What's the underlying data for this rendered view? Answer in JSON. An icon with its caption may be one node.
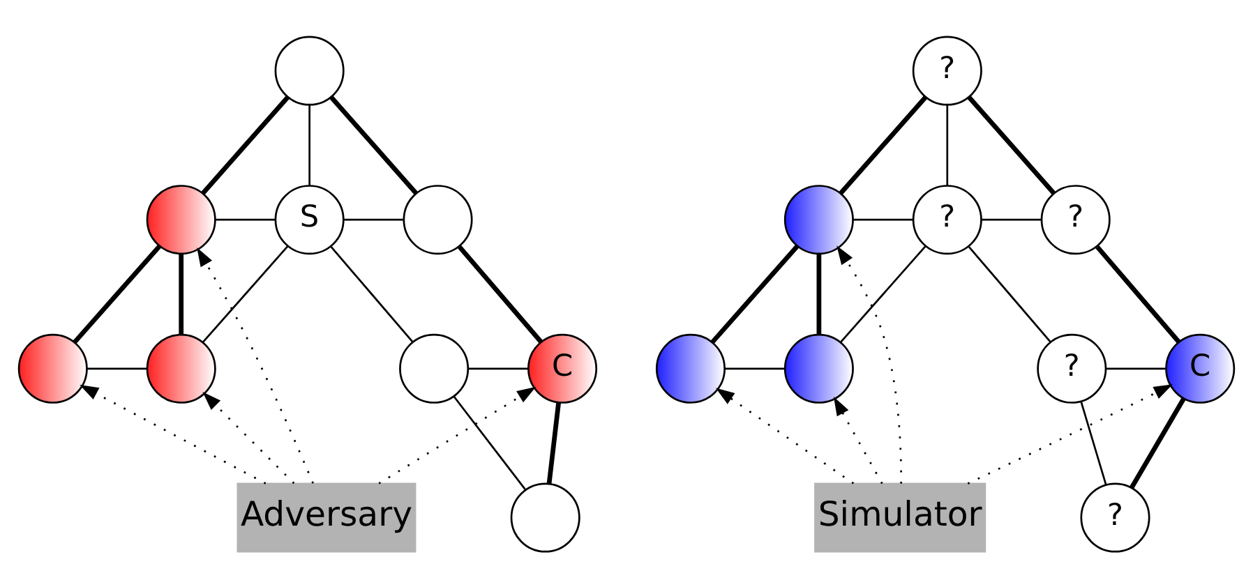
{
  "diagram": {
    "nodes": [
      {
        "text": [],
        "shape": "circle"
      },
      {
        "text": [],
        "shape": "circle"
      },
      {
        "text": [
          "S"
        ]
      },
      {
        "text": [],
        "shape": "circle"
      },
      {
        "text": [],
        "shape": "circle"
      },
      {
        "text": [],
        "shape": "circle"
      },
      {
        "text": [],
        "shape": "circle"
      },
      {
        "text": [
          "C"
        ]
      },
      {
        "text": [],
        "shape": "circle"
      },
      {
        "text": [
          "Adversary"
        ]
      },
      {
        "text": [
          "?"
        ]
      },
      {
        "text": [],
        "shape": "circle"
      },
      {
        "text": [
          "?"
        ]
      },
      {
        "text": [
          "?"
        ]
      },
      {
        "text": [],
        "shape": "circle"
      },
      {
        "text": [],
        "shape": "circle"
      },
      {
        "text": [
          "?"
        ]
      },
      {
        "text": [
          "C"
        ]
      },
      {
        "text": [
          "?"
        ]
      },
      {
        "text": [
          "Simulator"
        ]
      }
    ],
    "edges": [
      {
        "from": 0,
        "to": 1,
        "arrow": "none",
        "style": "thick"
      },
      {
        "from": 0,
        "to": 2,
        "arrow": "none"
      },
      {
        "from": 0,
        "to": 3,
        "arrow": "none",
        "style": "thick"
      },
      {
        "from": 1,
        "to": 2,
        "arrow": "none"
      },
      {
        "from": 2,
        "to": 3,
        "arrow": "none"
      },
      {
        "from": 1,
        "to": 4,
        "arrow": "none",
        "style": "thick"
      },
      {
        "from": 1,
        "to": 5,
        "arrow": "none",
        "style": "thick"
      },
      {
        "from": 4,
        "to": 5,
        "arrow": "none"
      },
      {
        "from": 5,
        "to": 2,
        "arrow": "none"
      },
      {
        "from": 2,
        "to": 6,
        "arrow": "none"
      },
      {
        "from": 6,
        "to": 7,
        "arrow": "none"
      },
      {
        "from": 3,
        "to": 7,
        "arrow": "none",
        "style": "thick"
      },
      {
        "from": 6,
        "to": 8,
        "arrow": "none"
      },
      {
        "from": 7,
        "to": 8,
        "arrow": "none",
        "style": "thick"
      },
      {
        "from": 9,
        "to": 4,
        "arrow": "to",
        "style": "dashed"
      },
      {
        "from": 9,
        "to": 5,
        "arrow": "to",
        "style": "dashed"
      },
      {
        "from": 9,
        "to": 1,
        "arrow": "to",
        "style": "dashed"
      },
      {
        "from": 9,
        "to": 7,
        "arrow": "to",
        "style": "dashed"
      },
      {
        "from": 10,
        "to": 11,
        "arrow": "none",
        "style": "thick"
      },
      {
        "from": 10,
        "to": 12,
        "arrow": "none"
      },
      {
        "from": 10,
        "to": 13,
        "arrow": "none",
        "style": "thick"
      },
      {
        "from": 11,
        "to": 12,
        "arrow": "none"
      },
      {
        "from": 12,
        "to": 13,
        "arrow": "none"
      },
      {
        "from": 11,
        "to": 14,
        "arrow": "none",
        "style": "thick"
      },
      {
        "from": 11,
        "to": 15,
        "arrow": "none",
        "style": "thick"
      },
      {
        "from": 14,
        "to": 15,
        "arrow": "none"
      },
      {
        "from": 15,
        "to": 12,
        "arrow": "none"
      },
      {
        "from": 12,
        "to": 16,
        "arrow": "none"
      },
      {
        "from": 16,
        "to": 17,
        "arrow": "none"
      },
      {
        "from": 13,
        "to": 17,
        "arrow": "none",
        "style": "thick"
      },
      {
        "from": 16,
        "to": 18,
        "arrow": "none"
      },
      {
        "from": 17,
        "to": 18,
        "arrow": "none",
        "style": "thick"
      },
      {
        "from": 19,
        "to": 14,
        "arrow": "to",
        "style": "dashed"
      },
      {
        "from": 19,
        "to": 15,
        "arrow": "to",
        "style": "dashed"
      },
      {
        "from": 19,
        "to": 11,
        "arrow": "to",
        "style": "dashed"
      },
      {
        "from": 19,
        "to": 17,
        "arrow": "to",
        "style": "dashed"
      }
    ]
  }
}
